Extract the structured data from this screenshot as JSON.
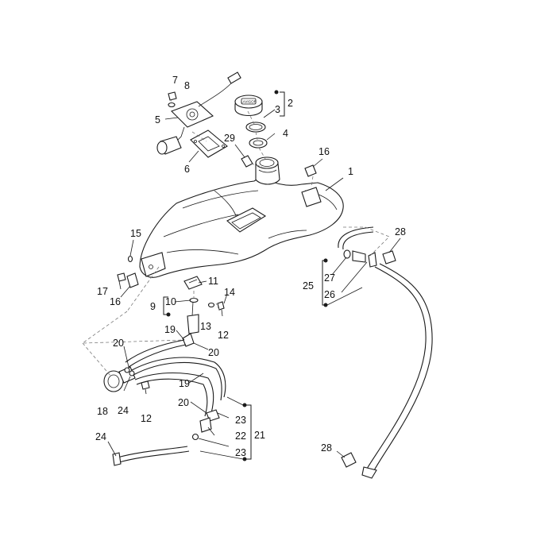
{
  "colors": {
    "line": "#1a1a1a",
    "background": "#ffffff",
    "hidden_line": "#777777"
  },
  "callouts": {
    "c1": "1",
    "c2": "2",
    "c3": "3",
    "c4": "4",
    "c5": "5",
    "c6": "6",
    "c7": "7",
    "c8": "8",
    "c9": "9",
    "c10": "10",
    "c11": "11",
    "c12a": "12",
    "c12b": "12",
    "c13": "13",
    "c14": "14",
    "c15": "15",
    "c16a": "16",
    "c16b": "16",
    "c17": "17",
    "c18": "18",
    "c19a": "19",
    "c19b": "19",
    "c20a": "20",
    "c20b": "20",
    "c20c": "20",
    "c21": "21",
    "c22": "22",
    "c23a": "23",
    "c23b": "23",
    "c24a": "24",
    "c24b": "24",
    "c25": "25",
    "c26": "26",
    "c27": "27",
    "c28a": "28",
    "c28b": "28",
    "c29": "29"
  },
  "cap_text": "LAVIGOR"
}
